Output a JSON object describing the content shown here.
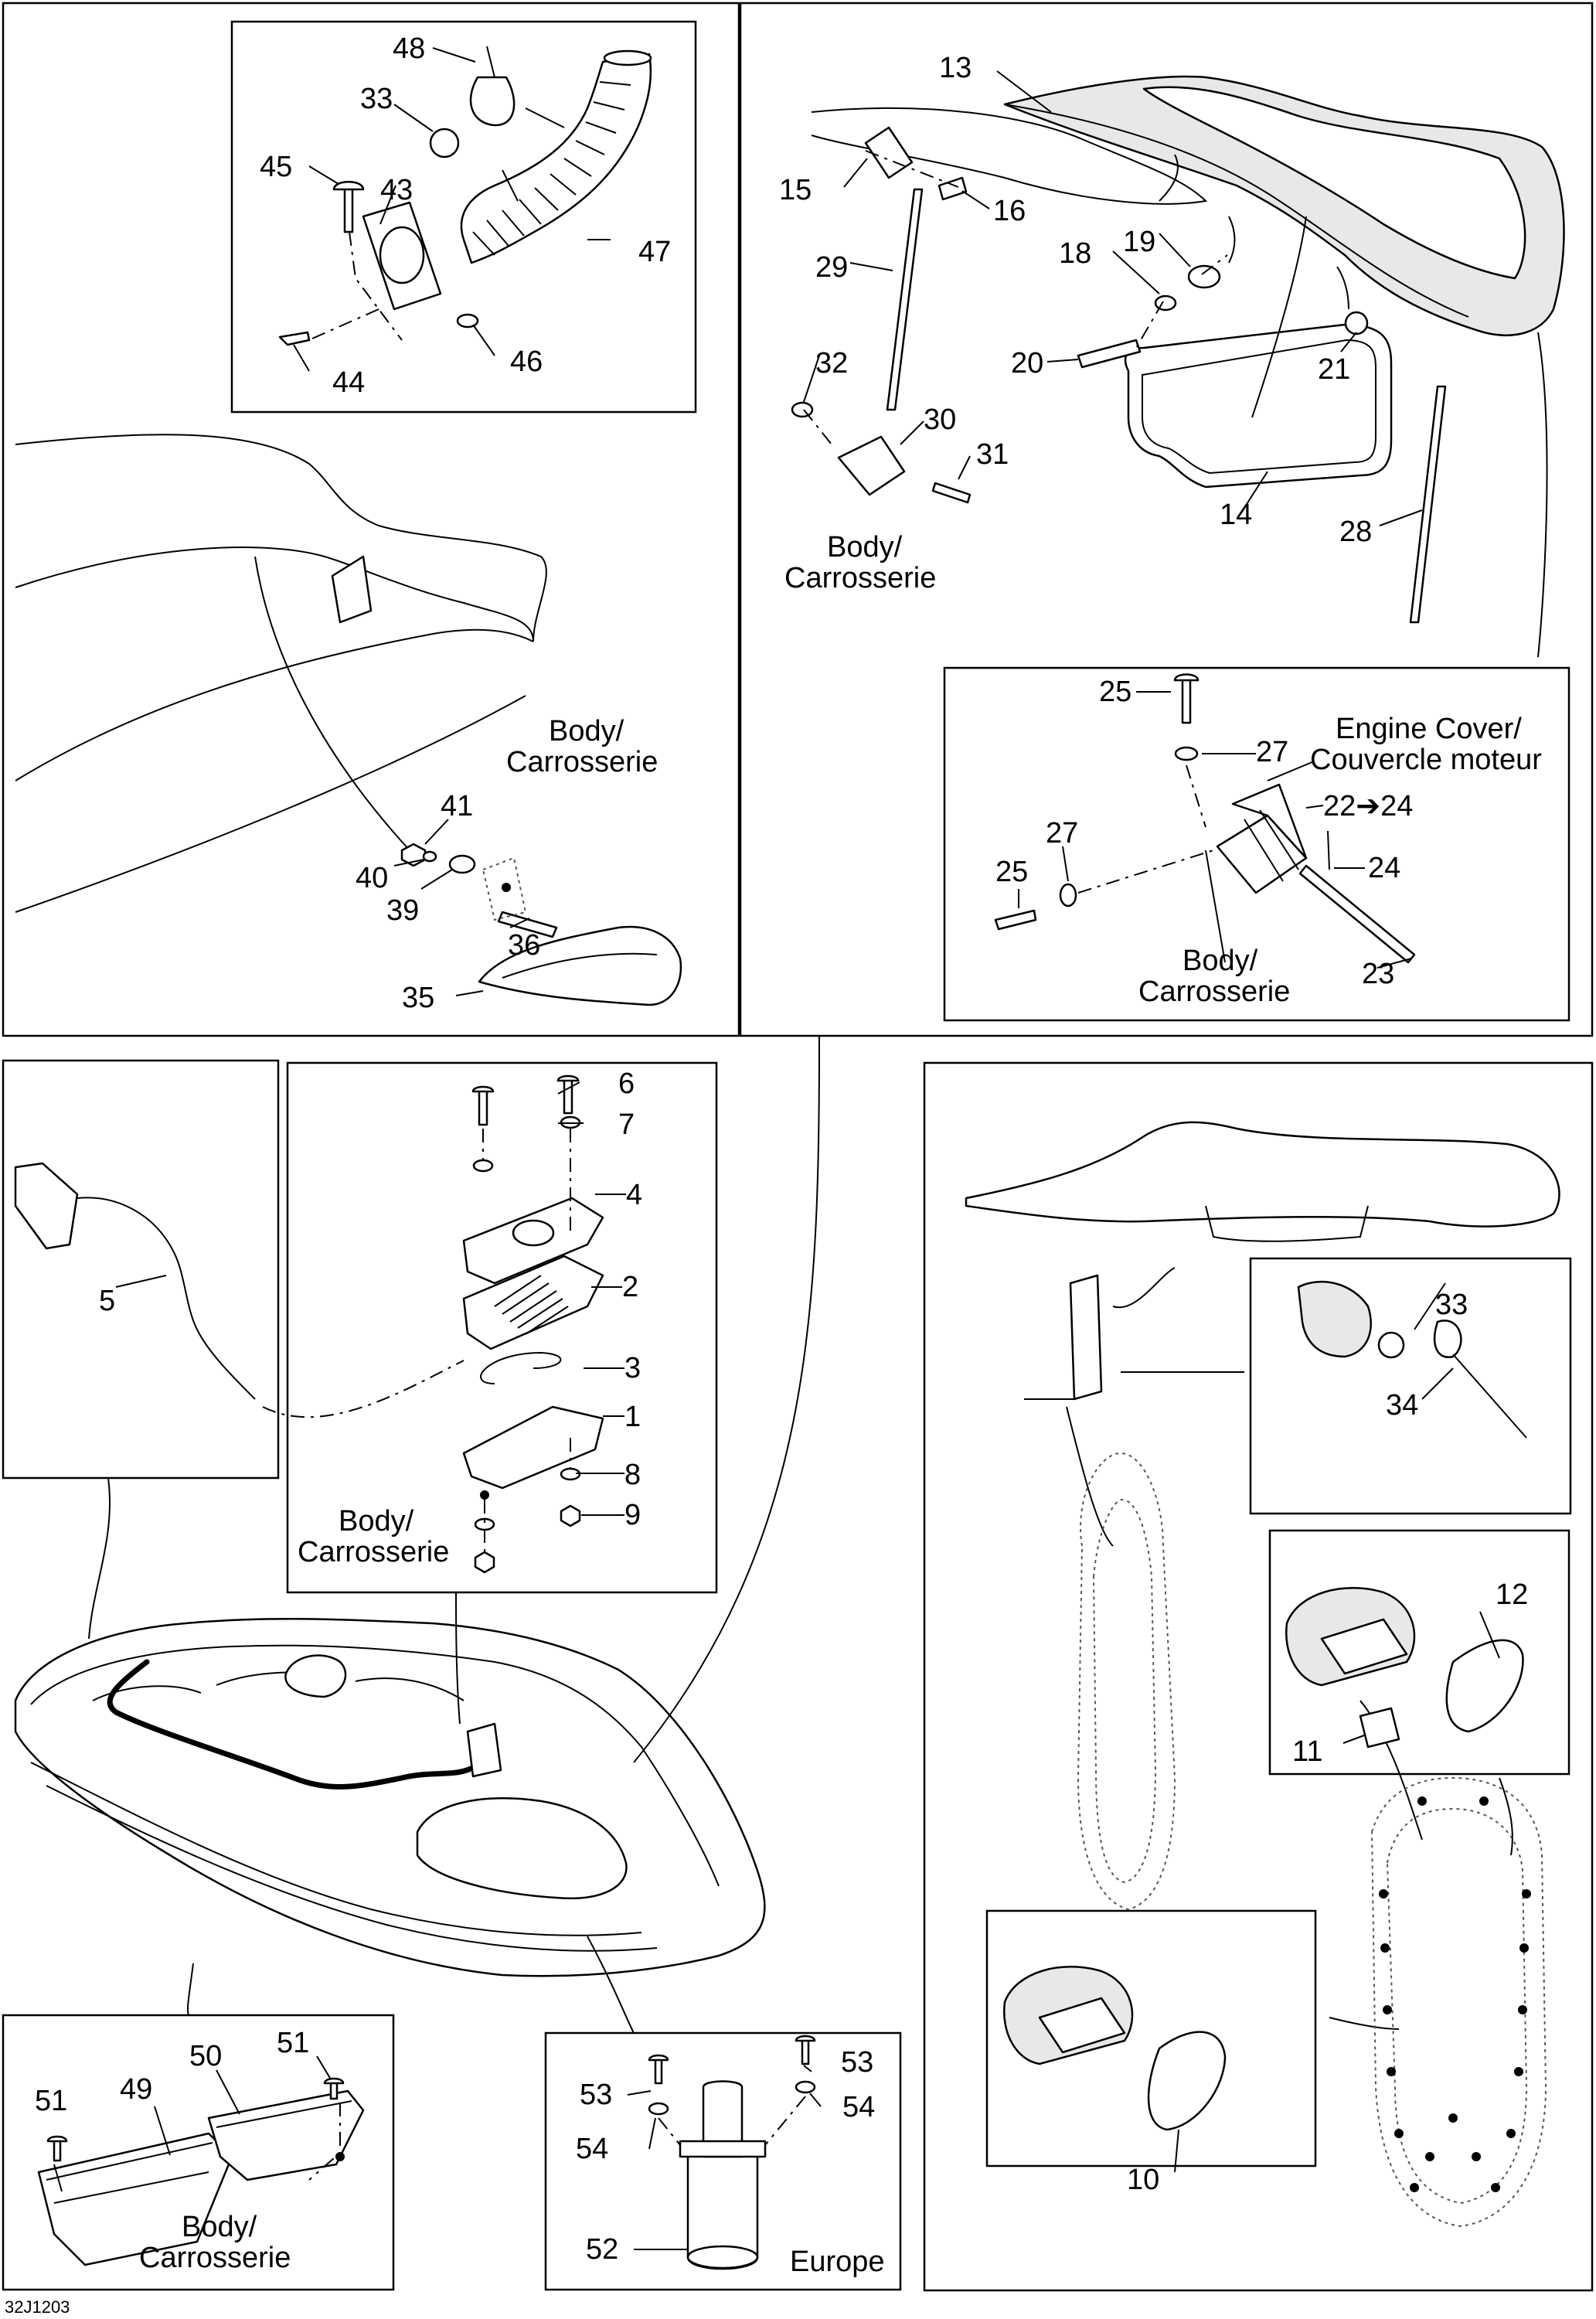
{
  "callouts": {
    "c1": "1",
    "c2": "2",
    "c3": "3",
    "c4": "4",
    "c5": "5",
    "c6": "6",
    "c7": "7",
    "c8": "8",
    "c9": "9",
    "c10": "10",
    "c11": "11",
    "c12": "12",
    "c13": "13",
    "c14": "14",
    "c15": "15",
    "c16": "16",
    "c18": "18",
    "c19": "19",
    "c20": "20",
    "c21": "21",
    "c22_24": "22➔24",
    "c23": "23",
    "c24": "24",
    "c25a": "25",
    "c25b": "25",
    "c27a": "27",
    "c27b": "27",
    "c28": "28",
    "c29": "29",
    "c30": "30",
    "c31": "31",
    "c32": "32",
    "c33a": "33",
    "c33b": "33",
    "c34": "34",
    "c35": "35",
    "c36": "36",
    "c39": "39",
    "c40": "40",
    "c41": "41",
    "c43": "43",
    "c44": "44",
    "c45": "45",
    "c46": "46",
    "c47": "47",
    "c48": "48",
    "c49": "49",
    "c50": "50",
    "c51a": "51",
    "c51b": "51",
    "c52": "52",
    "c53a": "53",
    "c53b": "53",
    "c54a": "54",
    "c54b": "54"
  },
  "labels": {
    "body_line1": "Body/",
    "body_line2": "Carrosserie",
    "engine_cover_line1": "Engine Cover/",
    "engine_cover_line2": "Couvercle moteur",
    "europe": "Europe"
  },
  "caption": "32J1203"
}
